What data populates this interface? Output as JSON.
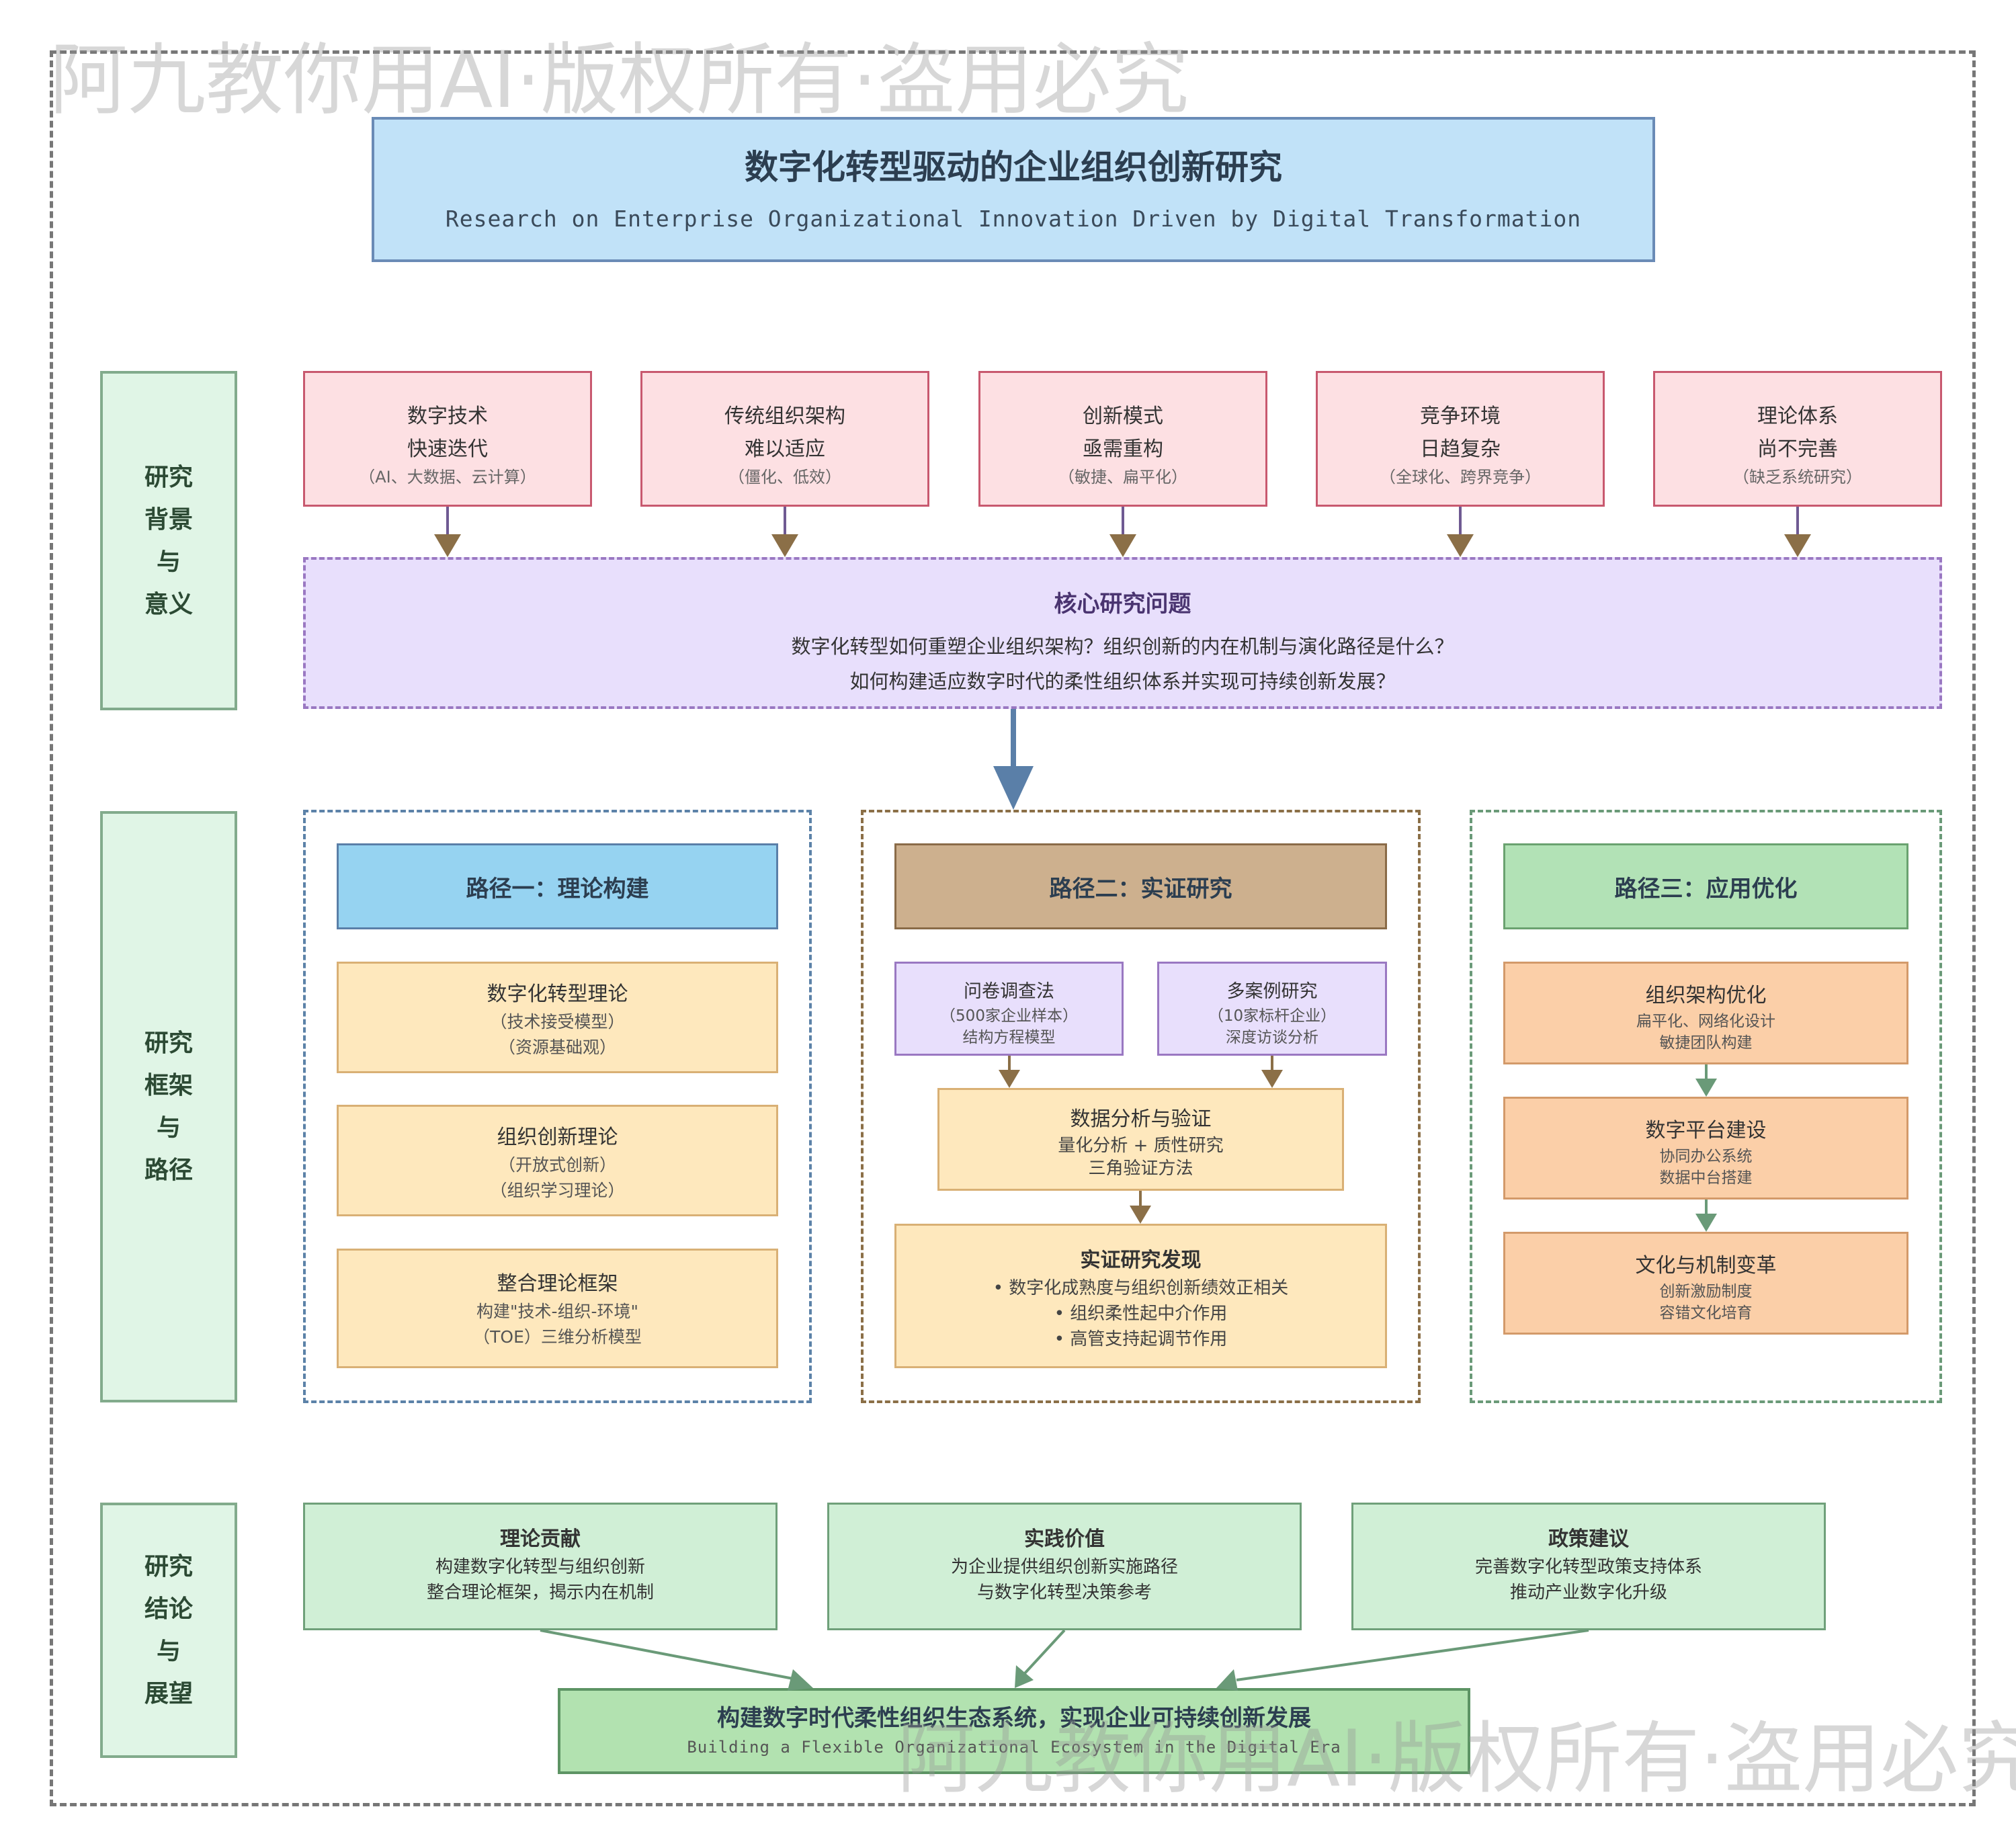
{
  "watermark": "阿九教你用AI·版权所有·盗用必究",
  "title": {
    "main": "数字化转型驱动的企业组织创新研究",
    "sub": "Research on Enterprise Organizational Innovation Driven by Digital Transformation"
  },
  "sections": {
    "background": [
      "研究",
      "背景",
      "与",
      "意义"
    ],
    "framework": [
      "研究",
      "框架",
      "与",
      "路径"
    ],
    "conclusion": [
      "研究",
      "结论",
      "与",
      "展望"
    ]
  },
  "background_items": [
    {
      "line1": "数字技术",
      "line2": "快速迭代",
      "note": "（AI、大数据、云计算）"
    },
    {
      "line1": "传统组织架构",
      "line2": "难以适应",
      "note": "（僵化、低效）"
    },
    {
      "line1": "创新模式",
      "line2": "亟需重构",
      "note": "（敏捷、扁平化）"
    },
    {
      "line1": "竞争环境",
      "line2": "日趋复杂",
      "note": "（全球化、跨界竞争）"
    },
    {
      "line1": "理论体系",
      "line2": "尚不完善",
      "note": "（缺乏系统研究）"
    }
  ],
  "core_question": {
    "title": "核心研究问题",
    "line1": "数字化转型如何重塑企业组织架构？组织创新的内在机制与演化路径是什么？",
    "line2": "如何构建适应数字时代的柔性组织体系并实现可持续创新发展？"
  },
  "path1": {
    "header": "路径一：理论构建",
    "items": [
      {
        "title": "数字化转型理论",
        "l1": "（技术接受模型）",
        "l2": "（资源基础观）"
      },
      {
        "title": "组织创新理论",
        "l1": "（开放式创新）",
        "l2": "（组织学习理论）"
      },
      {
        "title": "整合理论框架",
        "l1": "构建\"技术-组织-环境\"",
        "l2": "（TOE）三维分析模型"
      }
    ]
  },
  "path2": {
    "header": "路径二：实证研究",
    "methods": [
      {
        "title": "问卷调查法",
        "l1": "（500家企业样本）",
        "l2": "结构方程模型"
      },
      {
        "title": "多案例研究",
        "l1": "（10家标杆企业）",
        "l2": "深度访谈分析"
      }
    ],
    "analysis": {
      "title": "数据分析与验证",
      "l1": "量化分析 + 质性研究",
      "l2": "三角验证方法"
    },
    "findings": {
      "title": "实证研究发现",
      "items": [
        "• 数字化成熟度与组织创新绩效正相关",
        "• 组织柔性起中介作用",
        "• 高管支持起调节作用"
      ]
    }
  },
  "path3": {
    "header": "路径三：应用优化",
    "items": [
      {
        "title": "组织架构优化",
        "l1": "扁平化、网络化设计",
        "l2": "敏捷团队构建"
      },
      {
        "title": "数字平台建设",
        "l1": "协同办公系统",
        "l2": "数据中台搭建"
      },
      {
        "title": "文化与机制变革",
        "l1": "创新激励制度",
        "l2": "容错文化培育"
      }
    ]
  },
  "conclusions": [
    {
      "title": "理论贡献",
      "l1": "构建数字化转型与组织创新",
      "l2": "整合理论框架，揭示内在机制"
    },
    {
      "title": "实践价值",
      "l1": "为企业提供组织创新实施路径",
      "l2": "与数字化转型决策参考"
    },
    {
      "title": "政策建议",
      "l1": "完善数字化转型政策支持体系",
      "l2": "推动产业数字化升级"
    }
  ],
  "final": {
    "main": "构建数字时代柔性组织生态系统，实现企业可持续创新发展",
    "sub": "Building a Flexible Organizational Ecosystem in the Digital Era"
  },
  "colors": {
    "pink_border": "#c8596f",
    "purple_border": "#9a78c2",
    "arrow_brown": "#8b6f47",
    "arrow_blue": "#5a7fa8",
    "arrow_green": "#6a9a78"
  }
}
